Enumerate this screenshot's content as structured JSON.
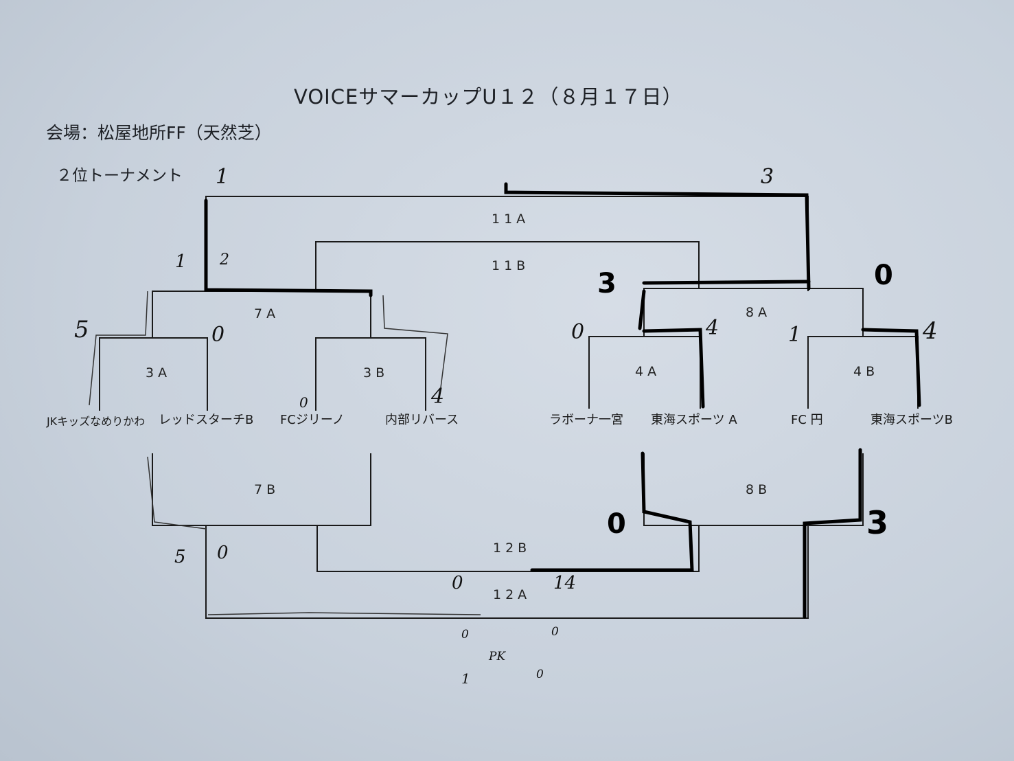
{
  "header": {
    "title": "VOICEサマーカップU１２（８月１７日）",
    "venue": "会場：松屋地所FF（天然芝）",
    "subtitle": "２位トーナメント"
  },
  "matches": {
    "m11A": "11A",
    "m11B": "11B",
    "m7A": "7A",
    "m8A": "8A",
    "m3A": "3A",
    "m3B": "3B",
    "m4A": "4A",
    "m4B": "4B",
    "m7B": "7B",
    "m8B": "8B",
    "m12B": "12B",
    "m12A": "12A"
  },
  "teams": [
    "JKキッズなめりかわ",
    "レッドスターチB",
    "FCジリーノ",
    "内部リバース",
    "ラボーナ一宮",
    "東海スポーツ A",
    "FC 円",
    "東海スポーツB"
  ],
  "scores": {
    "s11A_left": "1",
    "s11A_right": "3",
    "s7A_left": "1",
    "s7A_right": "2",
    "s3A_left": "5",
    "s3A_right": "0",
    "s3B_left": "0",
    "s3B_right": "4",
    "s8A_left": "3",
    "s8A_right": "0",
    "s4A_left": "0",
    "s4A_right": "4",
    "s4B_left": "1",
    "s4B_right": "4",
    "s12A_left": "5",
    "s12A_right": "0",
    "s8B_left": "0",
    "s8B_right": "3",
    "s12B_left": "0",
    "s12B_right": "14",
    "pk_label": "PK",
    "pk_row1_left": "0",
    "pk_row1_right": "0",
    "pk_row2_left": "1",
    "pk_row2_right": "0"
  }
}
